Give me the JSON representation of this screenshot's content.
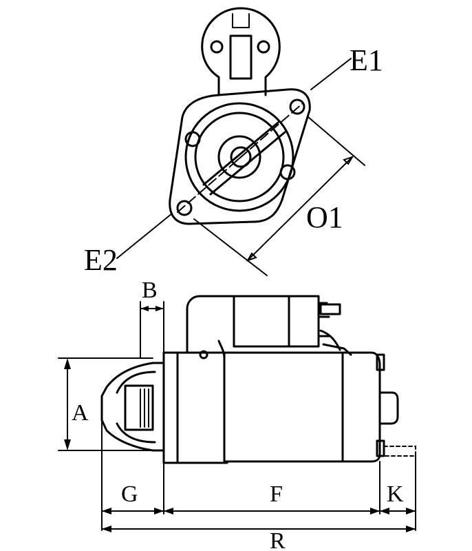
{
  "labels": {
    "e1": "E1",
    "e2": "E2",
    "o1": "O1",
    "a": "A",
    "b": "B",
    "g": "G",
    "f": "F",
    "k": "K",
    "r": "R"
  }
}
